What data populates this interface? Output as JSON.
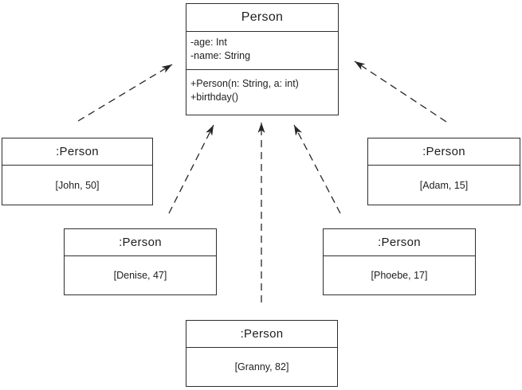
{
  "diagram": {
    "type": "uml-object-diagram",
    "class_box": {
      "title": "Person",
      "attributes": [
        "-age: Int",
        "-name: String"
      ],
      "methods": [
        "+Person(n: String, a: int)",
        "+birthday()"
      ]
    },
    "instances": [
      {
        "id": "john",
        "title": ":Person",
        "value": "[John, 50]"
      },
      {
        "id": "denise",
        "title": ":Person",
        "value": "[Denise, 47]"
      },
      {
        "id": "granny",
        "title": ":Person",
        "value": "[Granny, 82]"
      },
      {
        "id": "phoebe",
        "title": ":Person",
        "value": "[Phoebe, 17]"
      },
      {
        "id": "adam",
        "title": ":Person",
        "value": "[Adam, 15]"
      }
    ],
    "colors": {
      "line": "#262626",
      "background": "#ffffff"
    }
  }
}
